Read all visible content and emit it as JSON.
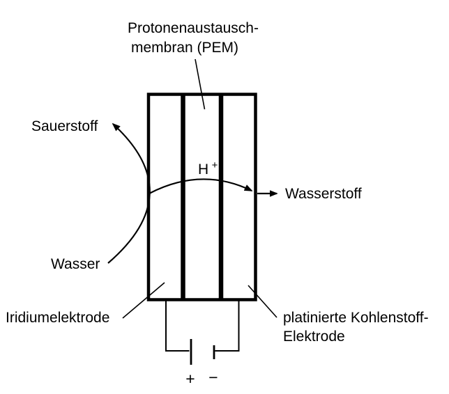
{
  "diagram": {
    "title": {
      "line1": "Protonenaustausch-",
      "line2": "membran (PEM)"
    },
    "labels": {
      "oxygen": "Sauerstoff",
      "water": "Wasser",
      "hydrogen": "Wasserstoff",
      "proton_base": "H",
      "proton_superscript": "+",
      "left_electrode": "Iridiumelektrode",
      "right_electrode_line1": "platinierte Kohlenstoff-",
      "right_electrode_line2": "Elektrode"
    },
    "battery": {
      "plus": "+",
      "minus": "−"
    },
    "colors": {
      "ink": "#000000",
      "background": "#ffffff"
    }
  }
}
